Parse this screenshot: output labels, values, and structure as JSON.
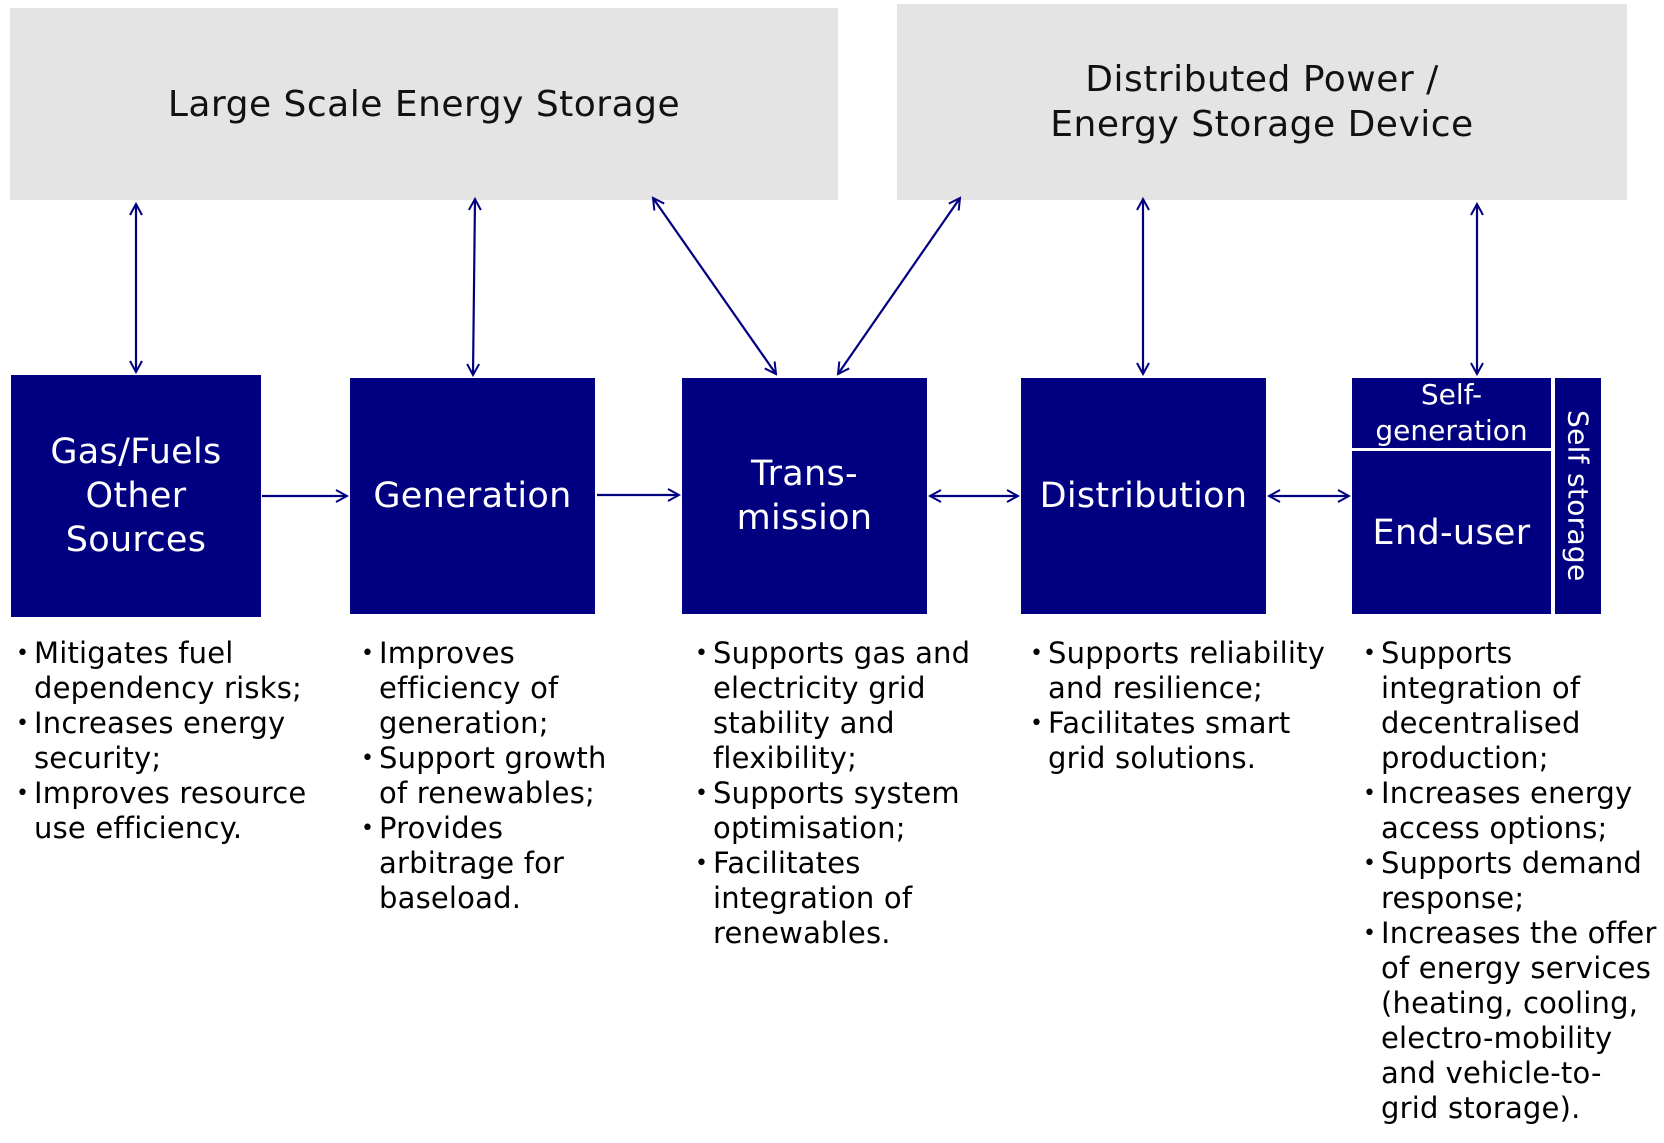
{
  "top": {
    "large_scale": "Large Scale Energy Storage",
    "distributed": "Distributed Power /\nEnergy Storage Device"
  },
  "nodes": {
    "gas": "Gas/Fuels\nOther\nSources",
    "generation": "Generation",
    "transmission": "Trans-\nmission",
    "distribution": "Distribution",
    "self_generation": "Self-\ngeneration",
    "end_user": "End-user",
    "self_storage": "Self storage"
  },
  "bullets": {
    "gas": [
      "Mitigates fuel dependency risks;",
      "Increases energy security;",
      "Improves resource use efficiency."
    ],
    "generation": [
      "Improves efficiency of generation;",
      "Support growth of renewables;",
      "Provides arbitrage for baseload."
    ],
    "transmission": [
      "Supports gas and electricity grid stability and flexibility;",
      "Supports system optimisation;",
      "Facilitates integration of renewables."
    ],
    "distribution": [
      "Supports reliability and resilience;",
      "Facilitates smart grid solutions."
    ],
    "end_user": [
      "Supports integration of decentralised production;",
      "Increases energy access options;",
      "Supports demand response;",
      "Increases the offer of energy services (heating, cooling, electro-mobility and vehicle-to-grid storage)."
    ]
  },
  "colors": {
    "node": "#000080",
    "top_box": "#e4e4e4",
    "arrow": "#000080"
  }
}
